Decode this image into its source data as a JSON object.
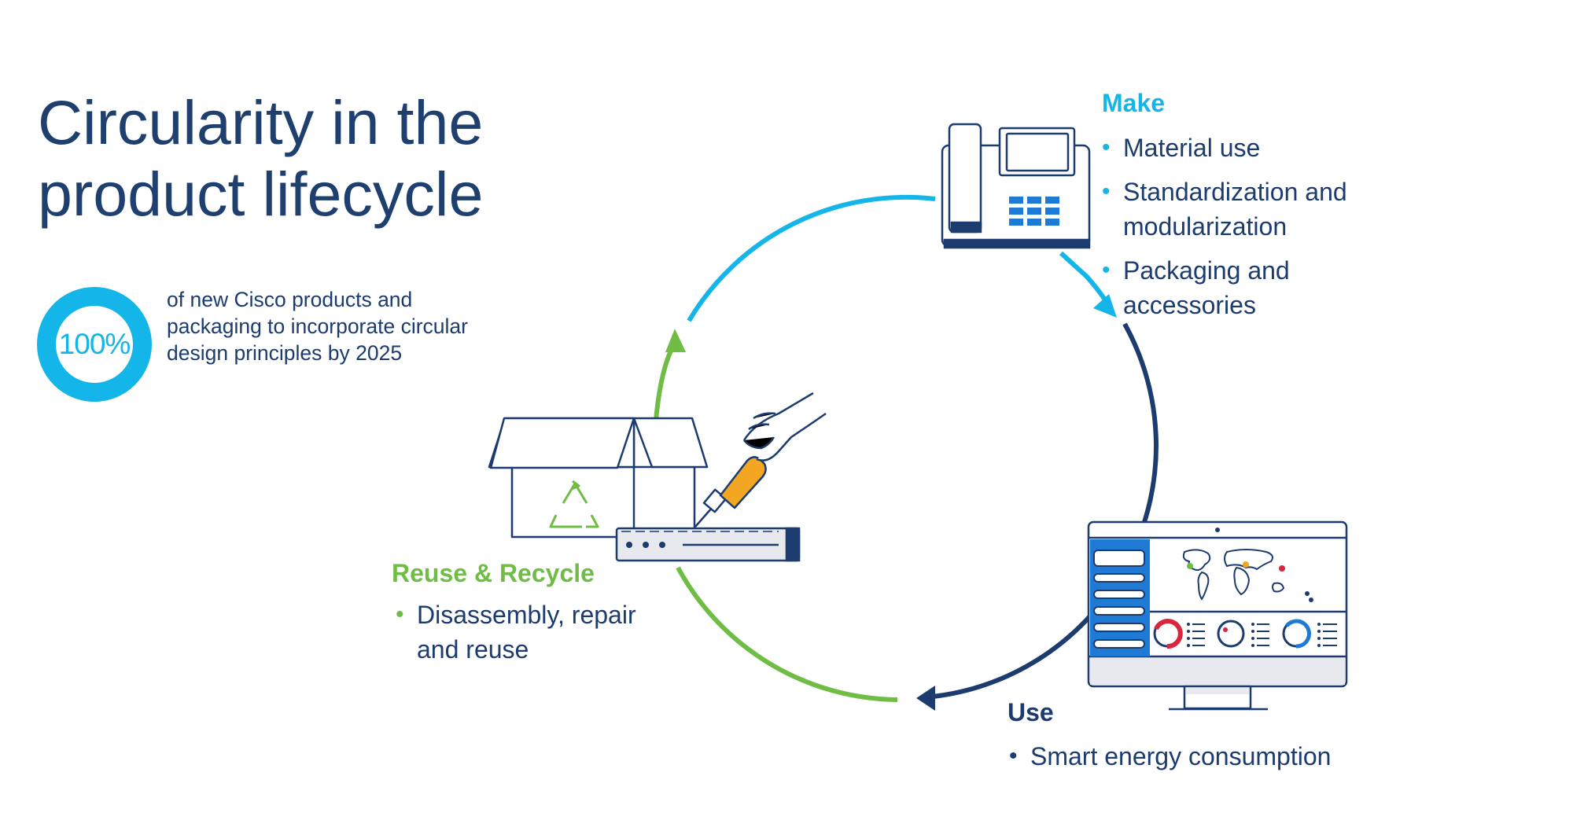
{
  "title": "Circularity in the product lifecycle",
  "stat": {
    "value": "100%",
    "fraction": 1.0,
    "description": "of new Cisco products and packaging to incorporate circular design principles by 2025"
  },
  "stages": {
    "make": {
      "title": "Make",
      "bullets": [
        "Material use",
        "Standardization and modularization",
        "Packaging and accessories"
      ]
    },
    "use": {
      "title": "Use",
      "bullets": [
        "Smart energy consumption"
      ]
    },
    "recycle": {
      "title": "Reuse & Recycle",
      "bullets": [
        "Disassembly, repair and reuse"
      ]
    }
  },
  "colors": {
    "make": "#14b5e8",
    "use": "#1c3b6e",
    "recycle": "#6fbd44",
    "accent_orange": "#f2a621",
    "screen_blue": "#1f7ad6",
    "alert_red": "#d7263d"
  },
  "icons": [
    "ip-phone-icon",
    "dashboard-monitor-icon",
    "recycle-box-icon",
    "screwdriver-hand-icon",
    "network-appliance-icon",
    "recycle-arrows-icon"
  ]
}
